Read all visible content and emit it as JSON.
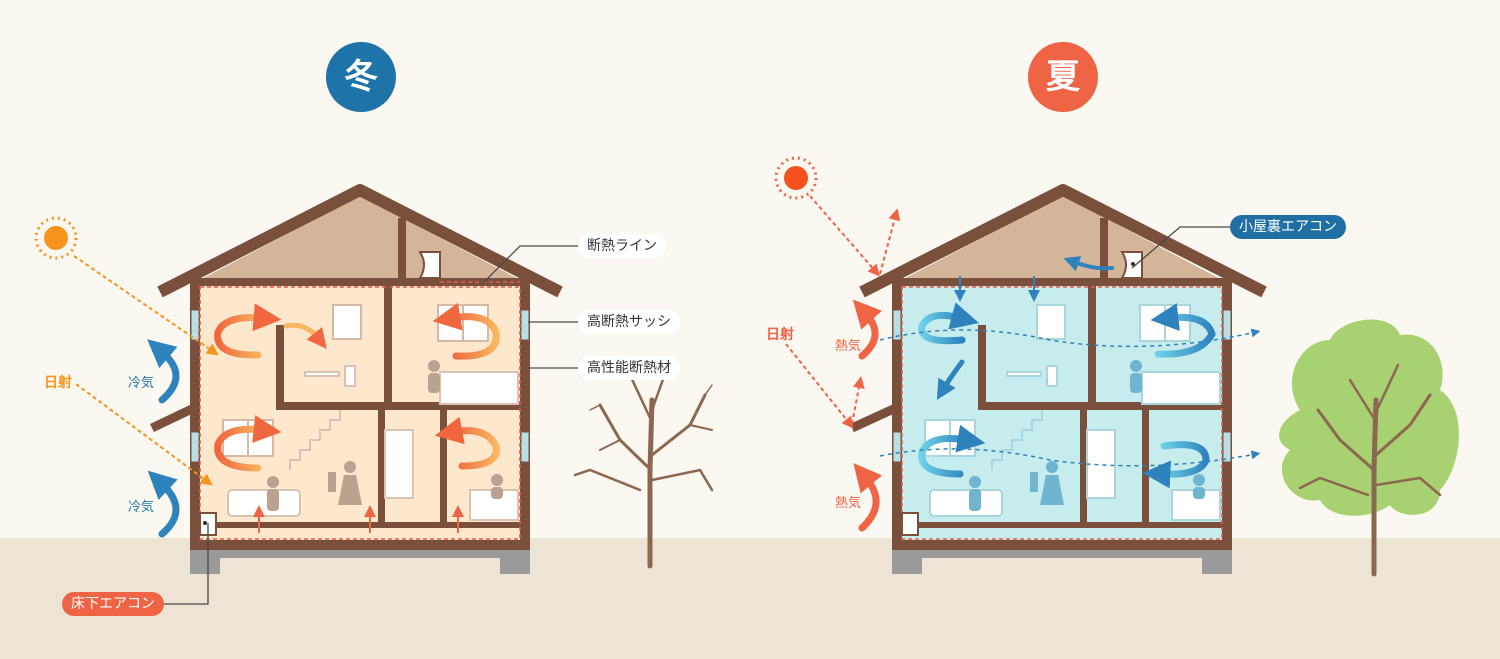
{
  "winter": {
    "season": "冬",
    "callouts": {
      "insulation_line": "断熱ライン",
      "sash": "高断熱サッシ",
      "insulation_material": "高性能断熱材",
      "floor_ac": "床下エアコン"
    },
    "sunlight": "日射",
    "cold_air_top": "冷気",
    "cold_air_bottom": "冷気"
  },
  "summer": {
    "season": "夏",
    "callouts": {
      "attic_ac": "小屋裏エアコン"
    },
    "sunlight": "日射",
    "heat_top": "熱気",
    "heat_bottom": "熱気"
  },
  "colors": {
    "winter_badge": "#1e73a8",
    "summer_badge": "#ee6445",
    "wall": "#7a4f3c",
    "roof_fill": "#d4b59a",
    "winter_interior": "#fde7cd",
    "summer_interior": "#c7ecee",
    "ground": "#ede4d6",
    "foundation": "#9a9a9a",
    "warm_arrow": "#f0673f",
    "cool_arrow": "#2e83bd",
    "sun": "#f7941d",
    "tree_green": "#a8d271",
    "trunk": "#8d6650",
    "callout_dark": "#1f6fa3",
    "callout_orange": "#ee6445"
  },
  "icons": [
    "sun-icon",
    "tree-bare-icon",
    "tree-leafy-icon",
    "air-conditioner-icon",
    "person-icon",
    "sofa-icon",
    "window-icon",
    "stairs-icon"
  ]
}
